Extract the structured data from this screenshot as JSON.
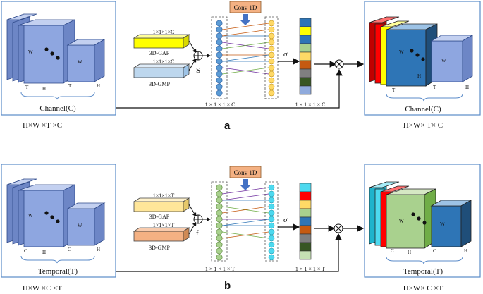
{
  "panel_a": {
    "letter": "a",
    "input_caption": "Channel(C)",
    "input_dims": "H×W ×T ×C",
    "input_labels": {
      "w1": "W",
      "h1": "H",
      "t1": "T",
      "w2": "W",
      "h2": "H",
      "t2": "T"
    },
    "gap_dim": "1×1×1×C",
    "gap_label": "3D-GAP",
    "gmp_dim": "1×1×1×C",
    "gmp_label": "3D-GMP",
    "sum_label": "S",
    "conv_label": "Conv 1D",
    "vector_dim_left": "1 × 1 × 1 × C",
    "vector_dim_right": "1 × 1 × 1 × C",
    "sigma": "σ",
    "output_caption": "Channel(C)",
    "output_dims": "H×W× T× C",
    "output_labels": {
      "w1": "W",
      "h1": "H",
      "t1": "T",
      "w2": "W",
      "h2": "H",
      "t2": "T"
    }
  },
  "panel_b": {
    "letter": "b",
    "input_caption": "Temporal(T)",
    "input_dims": "H×W ×C ×T",
    "input_labels": {
      "w1": "W",
      "h1": "H",
      "c1": "C",
      "w2": "W",
      "h2": "H",
      "c2": "C"
    },
    "gap_dim": "1×1×1×T",
    "gap_label": "3D-GAP",
    "gmp_dim": "1×1×1×T",
    "gmp_label": "3D-GMP",
    "sum_label": "f",
    "conv_label": "Conv 1D",
    "vector_dim_left": "1 × 1 × 1 × T",
    "vector_dim_right": "1 × 1 × 1 × T",
    "sigma": "σ",
    "output_caption": "Temporal(T)",
    "output_dims": "H×W× C ×T",
    "output_labels": {
      "w1": "W",
      "h1": "H",
      "c1": "C",
      "w2": "W",
      "h2": "H",
      "c2": "C"
    }
  },
  "colors": {
    "cube_face": "#8ea6e0",
    "cube_side": "#6d86c6",
    "cube_top": "#c3d0f0",
    "node_blue": "#5b9bd5",
    "node_yellow": "#ffd966",
    "node_green": "#a9d18e",
    "node_cyan": "#4dd9ef",
    "conv_box": "#f4b183",
    "conv_arrow": "#4472c4",
    "gap_a": "#ffff00",
    "gmp_a": "#bdd7ee",
    "gap_b": "#ffe699",
    "gmp_b": "#f4b183",
    "weights_a": [
      "#2e75b6",
      "#ffff00",
      "#2e75b6",
      "#a9d18e",
      "#ffd966",
      "#c55a11",
      "#7f7f7f",
      "#375623",
      "#8faadc"
    ],
    "weights_b": [
      "#4dd9ef",
      "#ff0000",
      "#ffd966",
      "#a9d18e",
      "#2e75b6",
      "#c55a11",
      "#7f7f7f",
      "#375623",
      "#c5e0b4"
    ],
    "out_a_stack": [
      "#ff0000",
      "#ffff00",
      "#2e75b6"
    ],
    "out_b_stack": [
      "#4dd9ef",
      "#ff0000",
      "#a9d18e"
    ],
    "out_b_single": "#2e75b6"
  }
}
